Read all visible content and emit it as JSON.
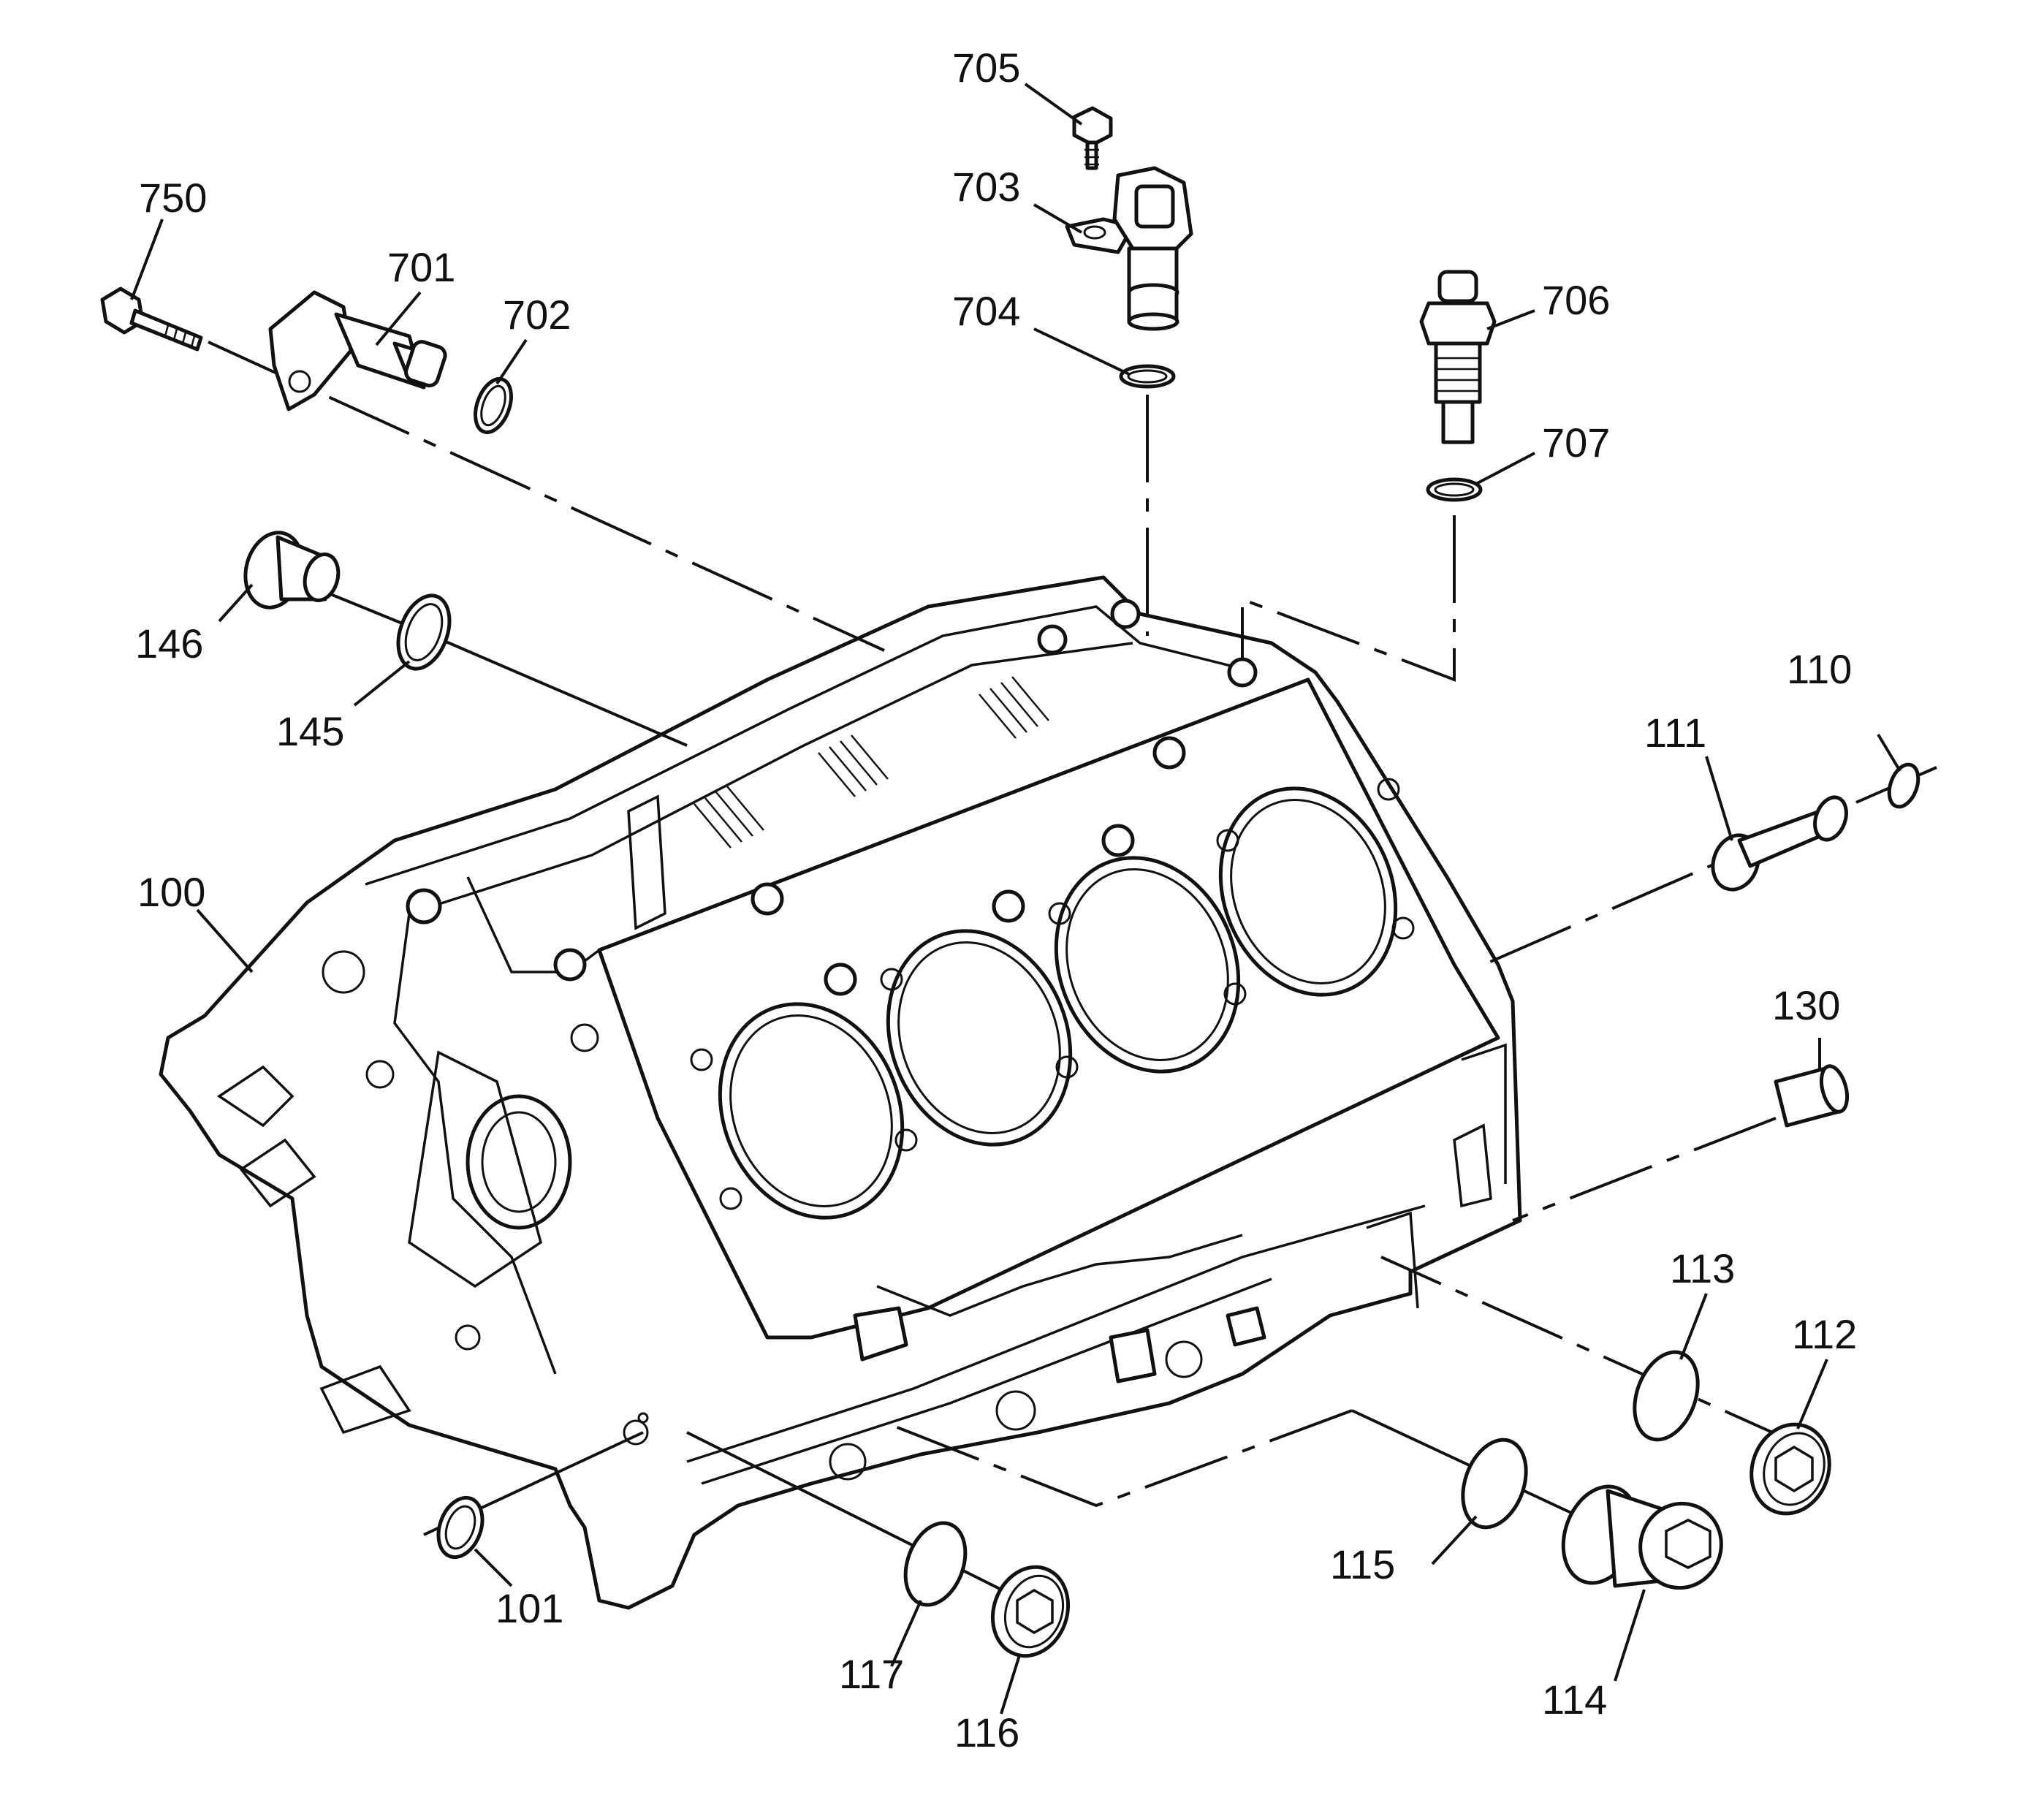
{
  "callouts": {
    "c705": "705",
    "c703": "703",
    "c704": "704",
    "c750": "750",
    "c701": "701",
    "c702": "702",
    "c706": "706",
    "c707": "707",
    "c146": "146",
    "c145": "145",
    "c110": "110",
    "c111": "111",
    "c100": "100",
    "c130": "130",
    "c113": "113",
    "c112": "112",
    "c115": "115",
    "c101": "101",
    "c117": "117",
    "c114": "114",
    "c116": "116"
  },
  "colors": {
    "ink": "#111111",
    "background": "#ffffff"
  }
}
